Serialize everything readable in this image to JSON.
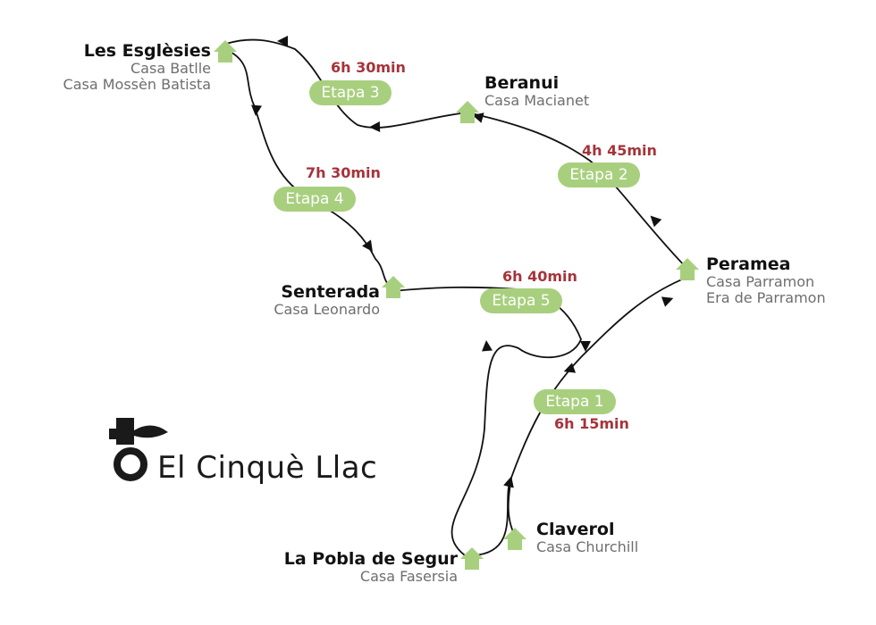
{
  "brand": {
    "name": "El Cinquè Llac",
    "logo_icon": "cinque-llac-logo-icon"
  },
  "towns": {
    "les_esglesies": {
      "name": "Les Esglèsies",
      "lodgings": [
        "Casa Batlle",
        "Casa Mossèn Batista"
      ]
    },
    "beranui": {
      "name": "Beranui",
      "lodgings": [
        "Casa Macianet"
      ]
    },
    "peramea": {
      "name": "Peramea",
      "lodgings": [
        "Casa Parramon",
        "Era de Parramon"
      ]
    },
    "senterada": {
      "name": "Senterada",
      "lodgings": [
        "Casa Leonardo"
      ]
    },
    "claverol": {
      "name": "Claverol",
      "lodgings": [
        "Casa Churchill"
      ]
    },
    "la_pobla_de_segur": {
      "name": "La Pobla de Segur",
      "lodgings": [
        "Casa Fasersia"
      ]
    }
  },
  "stages": [
    {
      "label": "Etapa 1",
      "duration": "6h 15min"
    },
    {
      "label": "Etapa 2",
      "duration": "4h 45min"
    },
    {
      "label": "Etapa 3",
      "duration": "6h 30min"
    },
    {
      "label": "Etapa 4",
      "duration": "7h 30min"
    },
    {
      "label": "Etapa 5",
      "duration": "6h 40min"
    }
  ],
  "colors": {
    "route": "#111111",
    "house": "#a8cf7e",
    "stage_pill": "#a8cf7e",
    "duration": "#a6333a",
    "town_name": "#111111",
    "lodging": "#6e6e6e"
  },
  "icons": {
    "town_marker": "house-icon",
    "direction": "arrowhead-icon"
  }
}
